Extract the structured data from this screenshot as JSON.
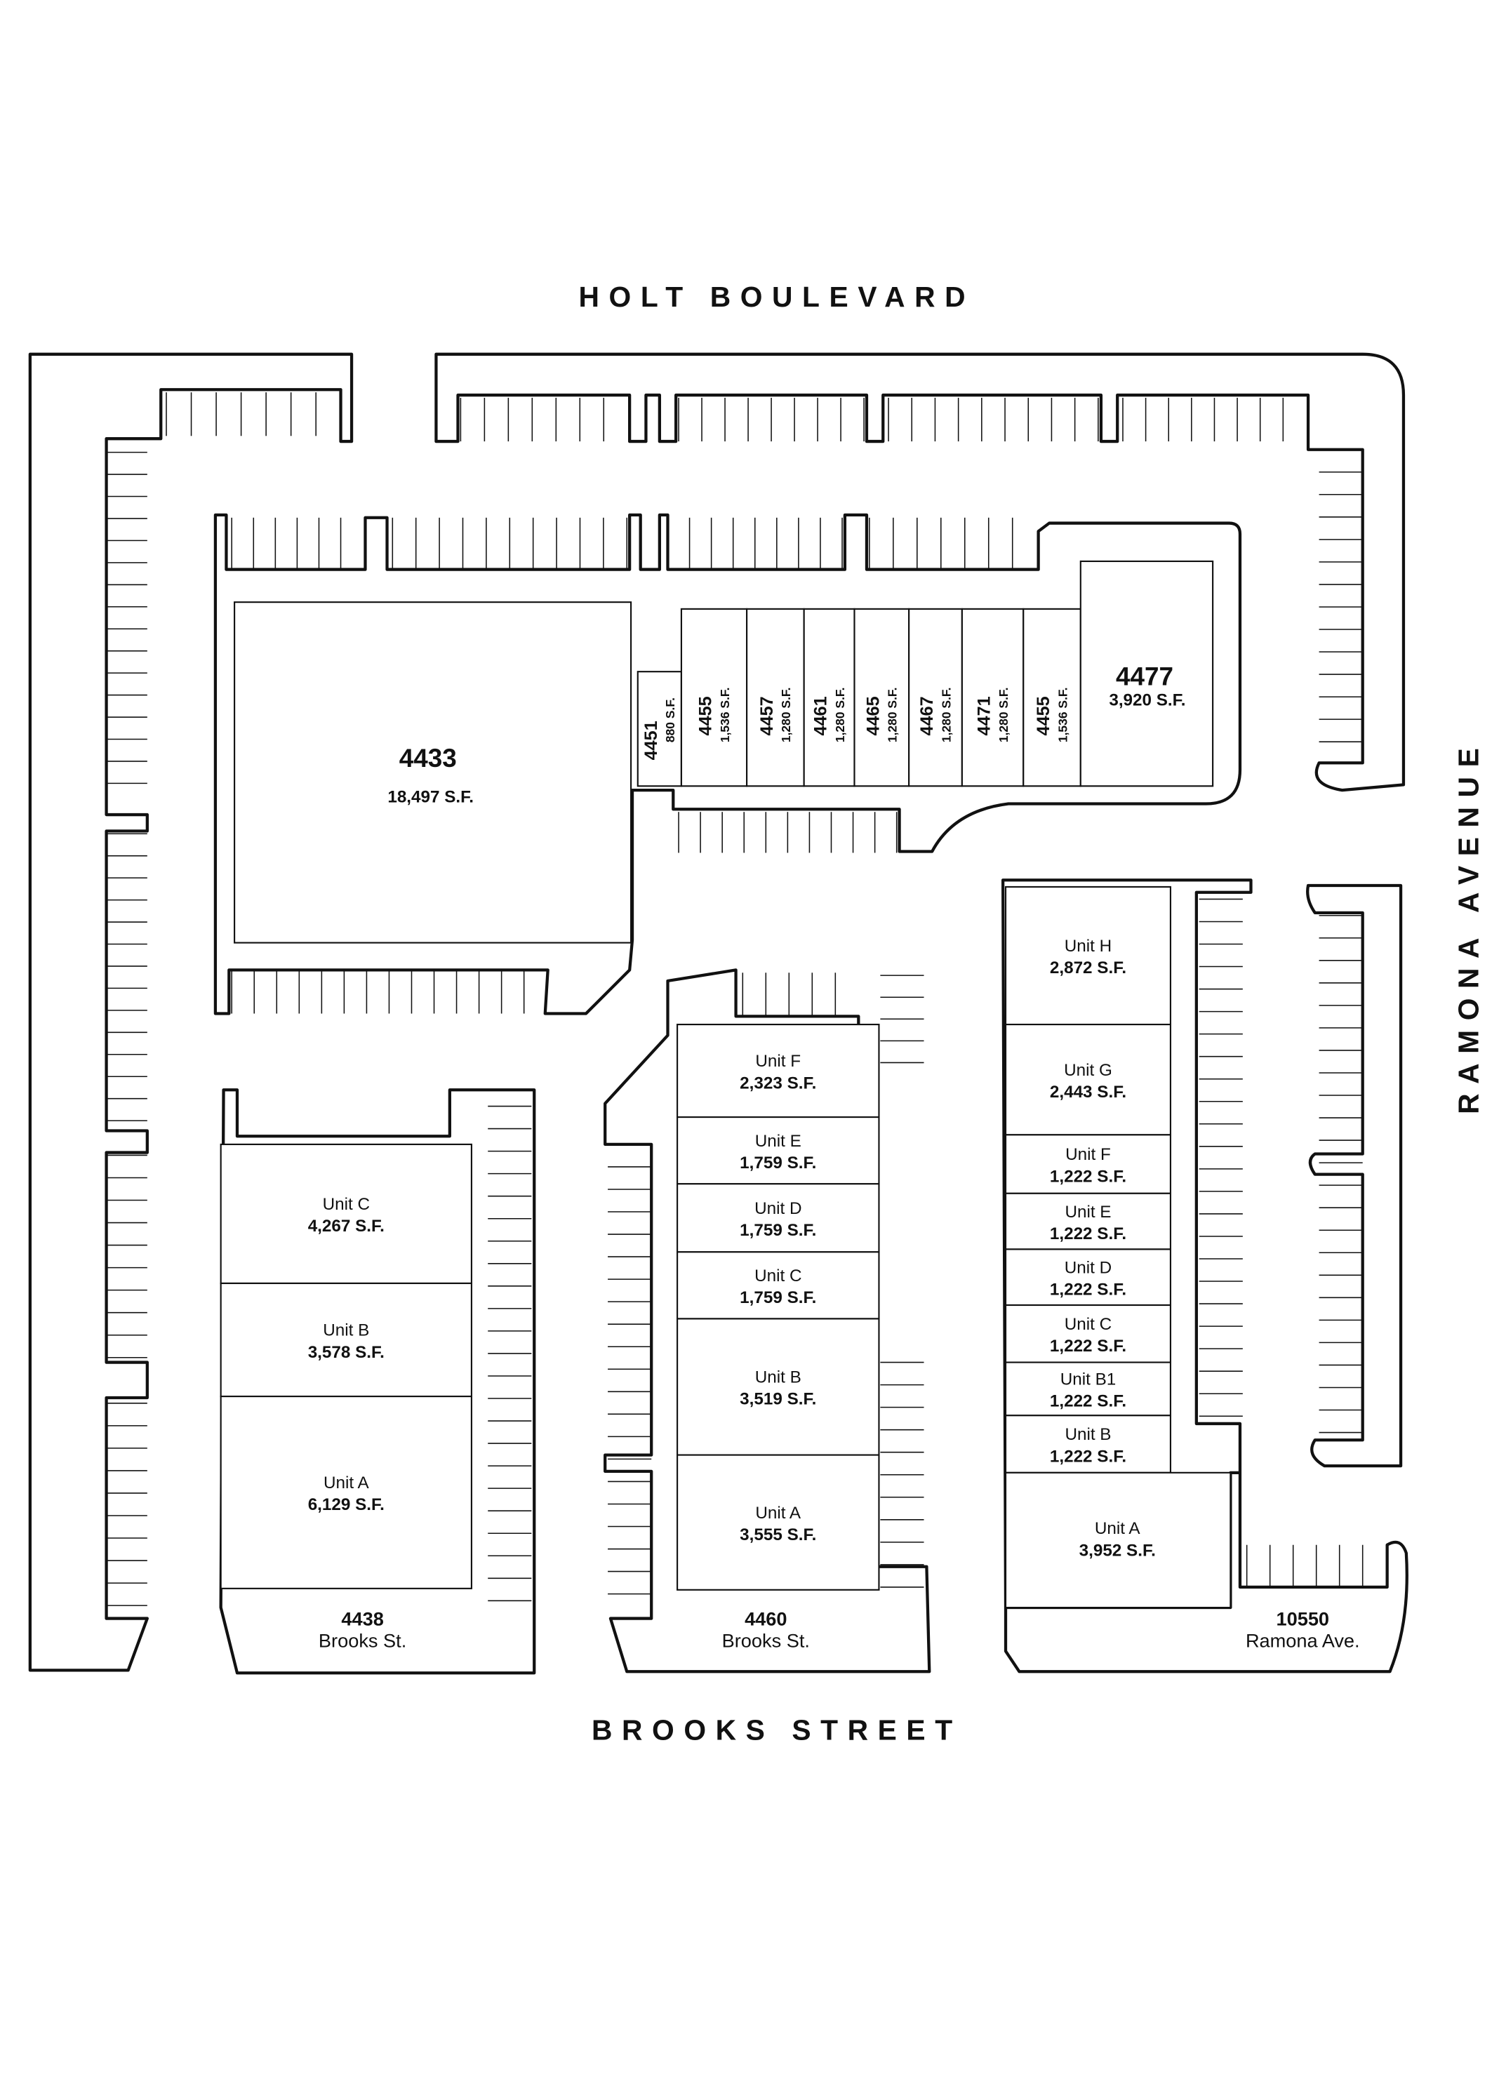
{
  "roads": {
    "north": "HOLT BOULEVARD",
    "south": "BROOKS STREET",
    "east": "RAMONA AVENUE"
  },
  "main_building": {
    "number": "4433",
    "area": "18,497 S.F."
  },
  "strip_units": [
    {
      "number": "4451",
      "area": "880 S.F."
    },
    {
      "number": "4455",
      "area": "1,536 S.F."
    },
    {
      "number": "4457",
      "area": "1,280 S.F."
    },
    {
      "number": "4461",
      "area": "1,280 S.F."
    },
    {
      "number": "4465",
      "area": "1,280 S.F."
    },
    {
      "number": "4467",
      "area": "1,280 S.F."
    },
    {
      "number": "4471",
      "area": "1,280 S.F."
    },
    {
      "number": "4455",
      "area": "1,536 S.F."
    }
  ],
  "end_unit": {
    "number": "4477",
    "area": "3,920 S.F."
  },
  "building_4438": {
    "address_number": "4438",
    "address_street": "Brooks St.",
    "units": [
      {
        "name": "Unit C",
        "area": "4,267 S.F."
      },
      {
        "name": "Unit B",
        "area": "3,578 S.F."
      },
      {
        "name": "Unit A",
        "area": "6,129 S.F."
      }
    ]
  },
  "building_4460": {
    "address_number": "4460",
    "address_street": "Brooks St.",
    "units": [
      {
        "name": "Unit F",
        "area": "2,323 S.F."
      },
      {
        "name": "Unit E",
        "area": "1,759 S.F."
      },
      {
        "name": "Unit D",
        "area": "1,759 S.F."
      },
      {
        "name": "Unit C",
        "area": "1,759 S.F."
      },
      {
        "name": "Unit B",
        "area": "3,519 S.F."
      },
      {
        "name": "Unit A",
        "area": "3,555 S.F."
      }
    ]
  },
  "building_10550": {
    "address_number": "10550",
    "address_street": "Ramona Ave.",
    "units": [
      {
        "name": "Unit H",
        "area": "2,872 S.F."
      },
      {
        "name": "Unit G",
        "area": "2,443 S.F."
      },
      {
        "name": "Unit F",
        "area": "1,222 S.F."
      },
      {
        "name": "Unit E",
        "area": "1,222 S.F."
      },
      {
        "name": "Unit D",
        "area": "1,222 S.F."
      },
      {
        "name": "Unit C",
        "area": "1,222 S.F."
      },
      {
        "name": "Unit B1",
        "area": "1,222 S.F."
      },
      {
        "name": "Unit B",
        "area": "1,222 S.F."
      },
      {
        "name": "Unit A",
        "area": "3,952 S.F."
      }
    ]
  }
}
